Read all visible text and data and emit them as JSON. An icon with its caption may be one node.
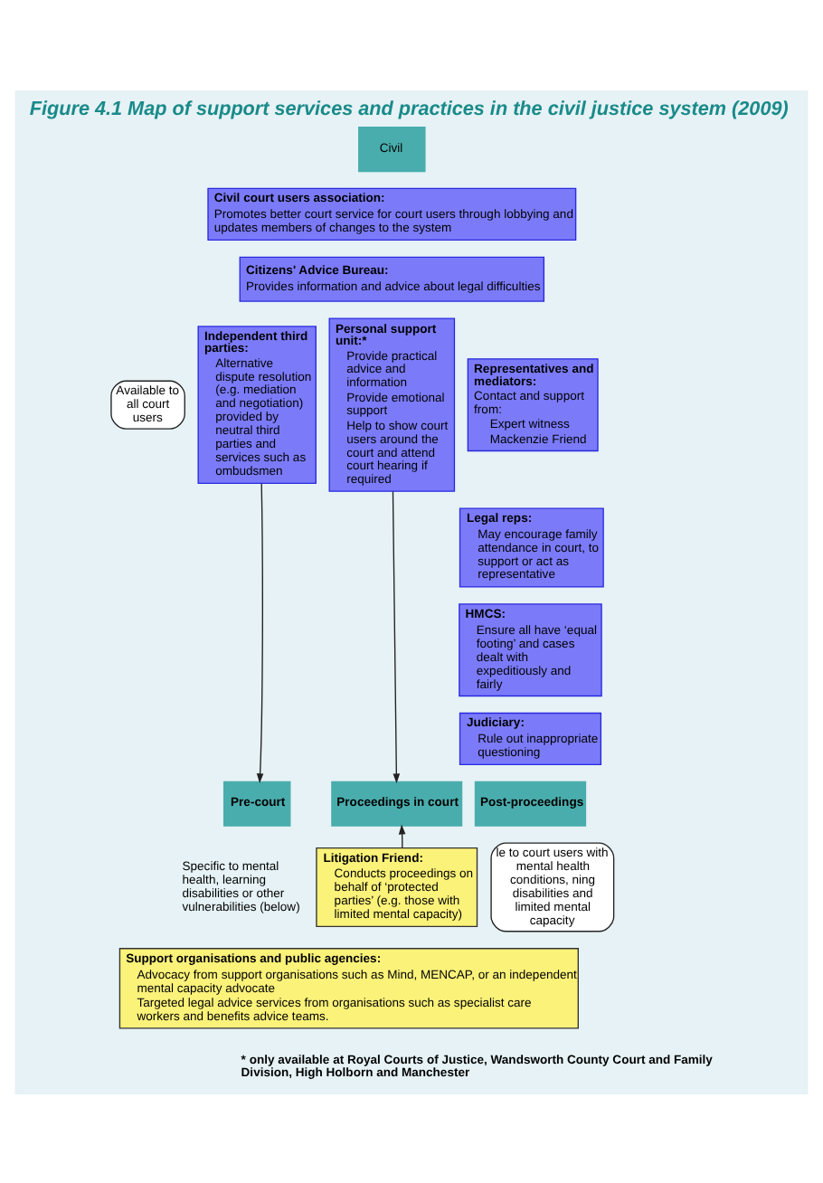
{
  "diagram": {
    "title": "Figure 4.1 Map of support services and practices in the civil justice system (2009)",
    "nodes": [
      {
        "text": [
          "Civil"
        ]
      },
      {
        "text": [
          "Civil court users association:",
          "Promotes better court service for court users through lobbying and updates members of changes to the system"
        ]
      },
      {
        "text": [
          "Citizens' Advice Bureau:",
          "Provides information and advice about legal difficulties"
        ]
      },
      {
        "text": [
          "Independent third parties:",
          "Alternative dispute resolution (e.g. mediation and negotiation) provided by neutral third parties and services such as ombudsmen"
        ]
      },
      {
        "text": [
          "Personal support unit:*",
          "Provide practical advice and information",
          "Provide emotional support",
          "Help to show court users around the court and attend court hearing if required"
        ]
      },
      {
        "text": [
          "Representatives and mediators:",
          "Contact and support from:",
          "Expert witness",
          "Mackenzie Friend"
        ]
      },
      {
        "text": [
          "Legal reps:",
          "May encourage family attendance in court, to support or act as representative"
        ]
      },
      {
        "text": [
          "HMCS:",
          "Ensure all have ‘equal footing’ and cases dealt with expeditiously and fairly"
        ]
      },
      {
        "text": [
          "Judiciary:",
          "Rule out inappropriate questioning"
        ]
      },
      {
        "text": [
          "Pre-court"
        ]
      },
      {
        "text": [
          "Proceedings in court"
        ]
      },
      {
        "text": [
          "Post-proceedings"
        ]
      },
      {
        "text": [
          "Available to all court users"
        ]
      },
      {
        "text": [
          "le to court users with mental health conditions, ning disabilities and limited mental capacity"
        ]
      },
      {
        "text": [
          "Litigation Friend:",
          "Conducts proceedings on behalf of ‘protected parties’ (e.g. those with limited mental capacity)"
        ]
      },
      {
        "text": [
          "Support organisations and public agencies:",
          "Advocacy from support organisations such as Mind, MENCAP, or an independent mental capacity advocate",
          "Targeted legal advice services from organisations such as specialist care workers and benefits advice teams."
        ]
      }
    ],
    "edges": [
      {
        "from": 3,
        "to": 9,
        "arrow": "to"
      },
      {
        "from": 4,
        "to": 10,
        "arrow": "to"
      },
      {
        "from": 14,
        "to": 10,
        "arrow": "to"
      }
    ],
    "labels": [
      "Specific to mental health, learning disabilities or other vulnerabilities (below)",
      "* only available at Royal Courts of Justice, Wandsworth County Court and Family Division, High Holborn and Manchester"
    ]
  }
}
